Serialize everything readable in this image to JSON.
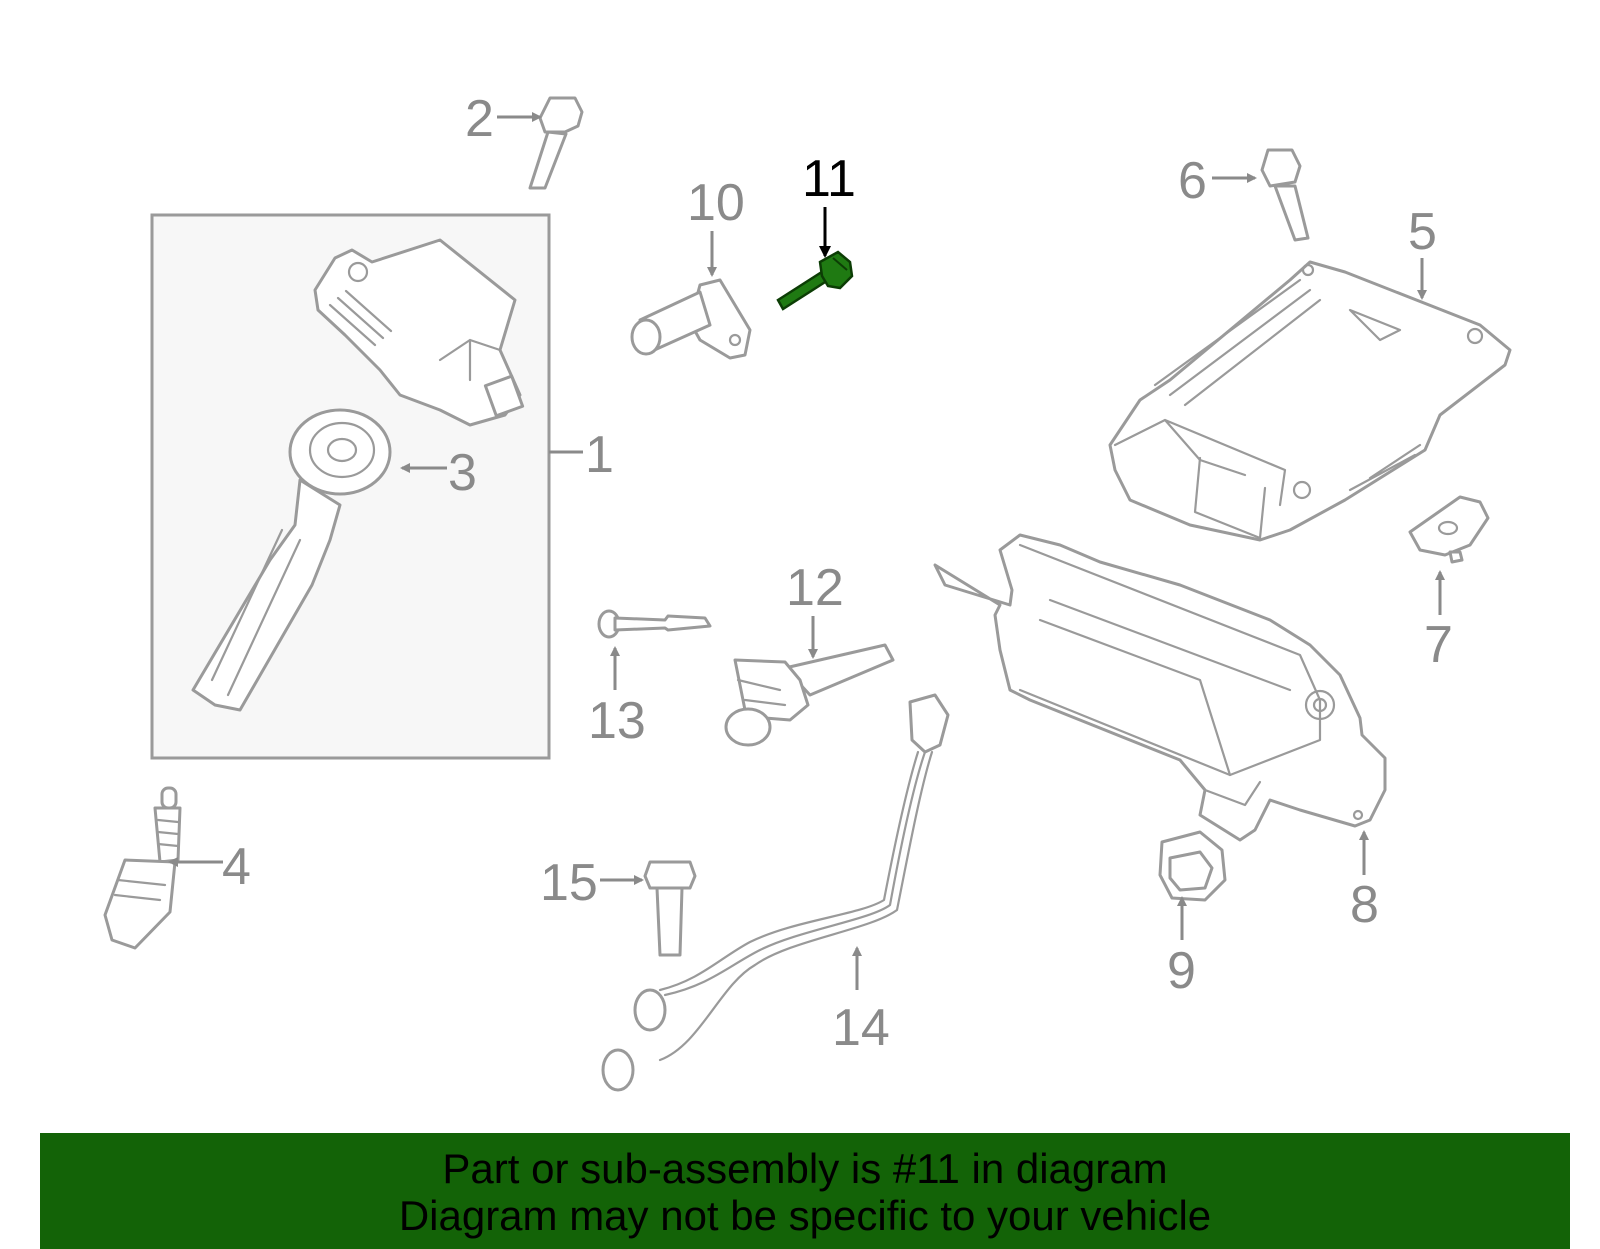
{
  "diagram": {
    "callouts": {
      "c1": "1",
      "c2": "2",
      "c3": "3",
      "c4": "4",
      "c5": "5",
      "c6": "6",
      "c7": "7",
      "c8": "8",
      "c9": "9",
      "c10": "10",
      "c11": "11",
      "c12": "12",
      "c13": "13",
      "c14": "14",
      "c15": "15"
    },
    "highlighted_part": "11",
    "highlight_color": "#1f7a12",
    "line_color": "#9a9a9a"
  },
  "banner": {
    "line1": "Part or sub-assembly is #11 in diagram",
    "line2": "Diagram may not be specific to your vehicle",
    "background_color": "#136307"
  }
}
